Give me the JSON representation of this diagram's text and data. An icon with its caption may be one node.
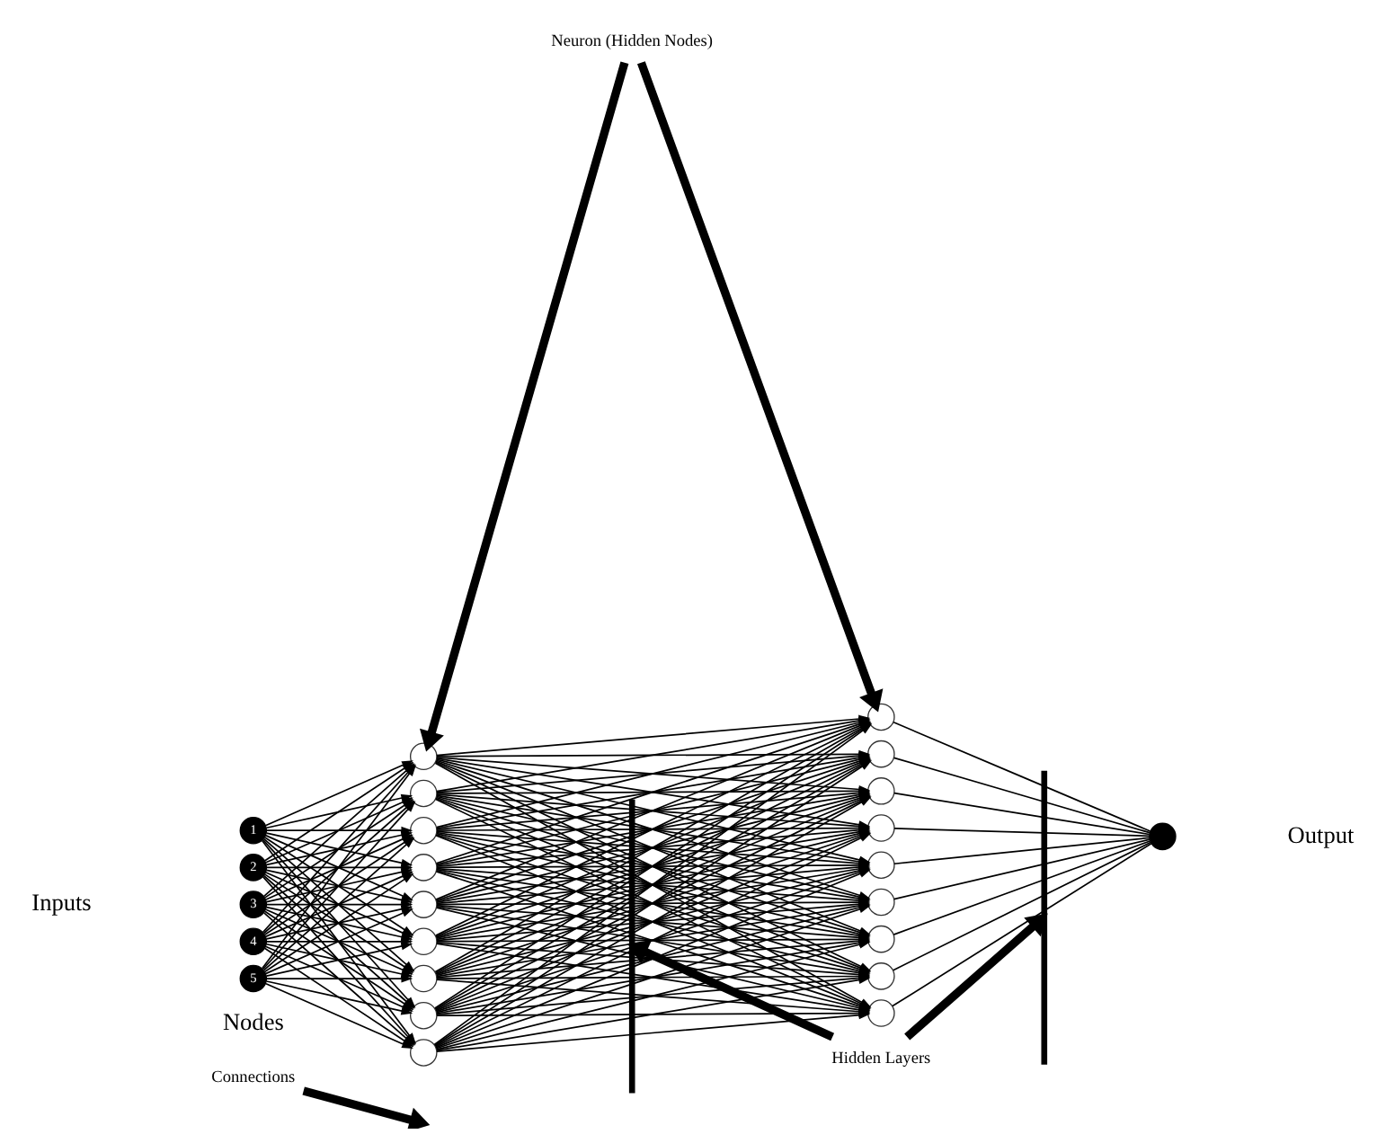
{
  "diagram": {
    "nodes": [
      {
        "text": [
          "1"
        ]
      },
      {
        "text": [
          "2"
        ]
      },
      {
        "text": [
          "3"
        ]
      },
      {
        "text": [
          "4"
        ]
      },
      {
        "text": [
          "5"
        ]
      },
      {
        "text": [],
        "shape": "circle"
      },
      {
        "text": [],
        "shape": "circle"
      },
      {
        "text": [],
        "shape": "circle"
      },
      {
        "text": [],
        "shape": "circle"
      },
      {
        "text": [],
        "shape": "circle"
      },
      {
        "text": [],
        "shape": "circle"
      },
      {
        "text": [],
        "shape": "circle"
      },
      {
        "text": [],
        "shape": "circle"
      },
      {
        "text": [],
        "shape": "circle"
      },
      {
        "text": [],
        "shape": "circle"
      },
      {
        "text": [],
        "shape": "circle"
      },
      {
        "text": [],
        "shape": "circle"
      },
      {
        "text": [],
        "shape": "circle"
      },
      {
        "text": [],
        "shape": "circle"
      },
      {
        "text": [],
        "shape": "circle"
      },
      {
        "text": [],
        "shape": "circle"
      },
      {
        "text": [],
        "shape": "circle"
      },
      {
        "text": [],
        "shape": "circle"
      },
      {
        "text": [],
        "shape": "circle"
      },
      {
        "text": [],
        "shape": "bar"
      },
      {
        "text": [],
        "shape": "bar"
      },
      {
        "text": [
          "Neuron (Hidden Nodes)"
        ]
      },
      {
        "text": [
          "Connections"
        ]
      },
      {
        "text": [
          "Hidden Layers"
        ]
      }
    ],
    "edges": [
      {
        "from": 0,
        "to": 5,
        "arrow": "to"
      },
      {
        "from": 0,
        "to": 6,
        "arrow": "to"
      },
      {
        "from": 0,
        "to": 7,
        "arrow": "to"
      },
      {
        "from": 0,
        "to": 8,
        "arrow": "to"
      },
      {
        "from": 0,
        "to": 9,
        "arrow": "to"
      },
      {
        "from": 0,
        "to": 10,
        "arrow": "to"
      },
      {
        "from": 0,
        "to": 11,
        "arrow": "to"
      },
      {
        "from": 0,
        "to": 12,
        "arrow": "to"
      },
      {
        "from": 0,
        "to": 13,
        "arrow": "to"
      },
      {
        "from": 1,
        "to": 5,
        "arrow": "to"
      },
      {
        "from": 1,
        "to": 6,
        "arrow": "to"
      },
      {
        "from": 1,
        "to": 7,
        "arrow": "to"
      },
      {
        "from": 1,
        "to": 8,
        "arrow": "to"
      },
      {
        "from": 1,
        "to": 9,
        "arrow": "to"
      },
      {
        "from": 1,
        "to": 10,
        "arrow": "to"
      },
      {
        "from": 1,
        "to": 11,
        "arrow": "to"
      },
      {
        "from": 1,
        "to": 12,
        "arrow": "to"
      },
      {
        "from": 1,
        "to": 13,
        "arrow": "to"
      },
      {
        "from": 2,
        "to": 5,
        "arrow": "to"
      },
      {
        "from": 2,
        "to": 6,
        "arrow": "to"
      },
      {
        "from": 2,
        "to": 7,
        "arrow": "to"
      },
      {
        "from": 2,
        "to": 8,
        "arrow": "to"
      },
      {
        "from": 2,
        "to": 9,
        "arrow": "to"
      },
      {
        "from": 2,
        "to": 10,
        "arrow": "to"
      },
      {
        "from": 2,
        "to": 11,
        "arrow": "to"
      },
      {
        "from": 2,
        "to": 12,
        "arrow": "to"
      },
      {
        "from": 2,
        "to": 13,
        "arrow": "to"
      },
      {
        "from": 3,
        "to": 5,
        "arrow": "to"
      },
      {
        "from": 3,
        "to": 6,
        "arrow": "to"
      },
      {
        "from": 3,
        "to": 7,
        "arrow": "to"
      },
      {
        "from": 3,
        "to": 8,
        "arrow": "to"
      },
      {
        "from": 3,
        "to": 9,
        "arrow": "to"
      },
      {
        "from": 3,
        "to": 10,
        "arrow": "to"
      },
      {
        "from": 3,
        "to": 11,
        "arrow": "to"
      },
      {
        "from": 3,
        "to": 12,
        "arrow": "to"
      },
      {
        "from": 3,
        "to": 13,
        "arrow": "to"
      },
      {
        "from": 4,
        "to": 5,
        "arrow": "to"
      },
      {
        "from": 4,
        "to": 6,
        "arrow": "to"
      },
      {
        "from": 4,
        "to": 7,
        "arrow": "to"
      },
      {
        "from": 4,
        "to": 8,
        "arrow": "to"
      },
      {
        "from": 4,
        "to": 9,
        "arrow": "to"
      },
      {
        "from": 4,
        "to": 10,
        "arrow": "to"
      },
      {
        "from": 4,
        "to": 11,
        "arrow": "to"
      },
      {
        "from": 4,
        "to": 12,
        "arrow": "to"
      },
      {
        "from": 4,
        "to": 13,
        "arrow": "to"
      },
      {
        "from": 5,
        "to": 14,
        "arrow": "to"
      },
      {
        "from": 5,
        "to": 15,
        "arrow": "to"
      },
      {
        "from": 5,
        "to": 16,
        "arrow": "to"
      },
      {
        "from": 5,
        "to": 17,
        "arrow": "to"
      },
      {
        "from": 5,
        "to": 18,
        "arrow": "to"
      },
      {
        "from": 5,
        "to": 19,
        "arrow": "to"
      },
      {
        "from": 5,
        "to": 20,
        "arrow": "to"
      },
      {
        "from": 5,
        "to": 21,
        "arrow": "to"
      },
      {
        "from": 5,
        "to": 22,
        "arrow": "to"
      },
      {
        "from": 6,
        "to": 14,
        "arrow": "to"
      },
      {
        "from": 6,
        "to": 15,
        "arrow": "to"
      },
      {
        "from": 6,
        "to": 16,
        "arrow": "to"
      },
      {
        "from": 6,
        "to": 17,
        "arrow": "to"
      },
      {
        "from": 6,
        "to": 18,
        "arrow": "to"
      },
      {
        "from": 6,
        "to": 19,
        "arrow": "to"
      },
      {
        "from": 6,
        "to": 20,
        "arrow": "to"
      },
      {
        "from": 6,
        "to": 21,
        "arrow": "to"
      },
      {
        "from": 6,
        "to": 22,
        "arrow": "to"
      },
      {
        "from": 7,
        "to": 14,
        "arrow": "to"
      },
      {
        "from": 7,
        "to": 15,
        "arrow": "to"
      },
      {
        "from": 7,
        "to": 16,
        "arrow": "to"
      },
      {
        "from": 7,
        "to": 17,
        "arrow": "to"
      },
      {
        "from": 7,
        "to": 18,
        "arrow": "to"
      },
      {
        "from": 7,
        "to": 19,
        "arrow": "to"
      },
      {
        "from": 7,
        "to": 20,
        "arrow": "to"
      },
      {
        "from": 7,
        "to": 21,
        "arrow": "to"
      },
      {
        "from": 7,
        "to": 22,
        "arrow": "to"
      },
      {
        "from": 8,
        "to": 14,
        "arrow": "to"
      },
      {
        "from": 8,
        "to": 15,
        "arrow": "to"
      },
      {
        "from": 8,
        "to": 16,
        "arrow": "to"
      },
      {
        "from": 8,
        "to": 17,
        "arrow": "to"
      },
      {
        "from": 8,
        "to": 18,
        "arrow": "to"
      },
      {
        "from": 8,
        "to": 19,
        "arrow": "to"
      },
      {
        "from": 8,
        "to": 20,
        "arrow": "to"
      },
      {
        "from": 8,
        "to": 21,
        "arrow": "to"
      },
      {
        "from": 8,
        "to": 22,
        "arrow": "to"
      },
      {
        "from": 9,
        "to": 14,
        "arrow": "to"
      },
      {
        "from": 9,
        "to": 15,
        "arrow": "to"
      },
      {
        "from": 9,
        "to": 16,
        "arrow": "to"
      },
      {
        "from": 9,
        "to": 17,
        "arrow": "to"
      },
      {
        "from": 9,
        "to": 18,
        "arrow": "to"
      },
      {
        "from": 9,
        "to": 19,
        "arrow": "to"
      },
      {
        "from": 9,
        "to": 20,
        "arrow": "to"
      },
      {
        "from": 9,
        "to": 21,
        "arrow": "to"
      },
      {
        "from": 9,
        "to": 22,
        "arrow": "to"
      },
      {
        "from": 10,
        "to": 14,
        "arrow": "to"
      },
      {
        "from": 10,
        "to": 15,
        "arrow": "to"
      },
      {
        "from": 10,
        "to": 16,
        "arrow": "to"
      },
      {
        "from": 10,
        "to": 17,
        "arrow": "to"
      },
      {
        "from": 10,
        "to": 18,
        "arrow": "to"
      },
      {
        "from": 10,
        "to": 19,
        "arrow": "to"
      },
      {
        "from": 10,
        "to": 20,
        "arrow": "to"
      },
      {
        "from": 10,
        "to": 21,
        "arrow": "to"
      },
      {
        "from": 10,
        "to": 22,
        "arrow": "to"
      },
      {
        "from": 11,
        "to": 14,
        "arrow": "to"
      },
      {
        "from": 11,
        "to": 15,
        "arrow": "to"
      },
      {
        "from": 11,
        "to": 16,
        "arrow": "to"
      },
      {
        "from": 11,
        "to": 17,
        "arrow": "to"
      },
      {
        "from": 11,
        "to": 18,
        "arrow": "to"
      },
      {
        "from": 11,
        "to": 19,
        "arrow": "to"
      },
      {
        "from": 11,
        "to": 20,
        "arrow": "to"
      },
      {
        "from": 11,
        "to": 21,
        "arrow": "to"
      },
      {
        "from": 11,
        "to": 22,
        "arrow": "to"
      },
      {
        "from": 12,
        "to": 14,
        "arrow": "to"
      },
      {
        "from": 12,
        "to": 15,
        "arrow": "to"
      },
      {
        "from": 12,
        "to": 16,
        "arrow": "to"
      },
      {
        "from": 12,
        "to": 17,
        "arrow": "to"
      },
      {
        "from": 12,
        "to": 18,
        "arrow": "to"
      },
      {
        "from": 12,
        "to": 19,
        "arrow": "to"
      },
      {
        "from": 12,
        "to": 20,
        "arrow": "to"
      },
      {
        "from": 12,
        "to": 21,
        "arrow": "to"
      },
      {
        "from": 12,
        "to": 22,
        "arrow": "to"
      },
      {
        "from": 13,
        "to": 14,
        "arrow": "to"
      },
      {
        "from": 13,
        "to": 15,
        "arrow": "to"
      },
      {
        "from": 13,
        "to": 16,
        "arrow": "to"
      },
      {
        "from": 13,
        "to": 17,
        "arrow": "to"
      },
      {
        "from": 13,
        "to": 18,
        "arrow": "to"
      },
      {
        "from": 13,
        "to": 19,
        "arrow": "to"
      },
      {
        "from": 13,
        "to": 20,
        "arrow": "to"
      },
      {
        "from": 13,
        "to": 21,
        "arrow": "to"
      },
      {
        "from": 13,
        "to": 22,
        "arrow": "to"
      },
      {
        "from": 14,
        "to": 23,
        "arrow": "none"
      },
      {
        "from": 15,
        "to": 23,
        "arrow": "none"
      },
      {
        "from": 16,
        "to": 23,
        "arrow": "none"
      },
      {
        "from": 17,
        "to": 23,
        "arrow": "none"
      },
      {
        "from": 18,
        "to": 23,
        "arrow": "none"
      },
      {
        "from": 19,
        "to": 23,
        "arrow": "none"
      },
      {
        "from": 20,
        "to": 23,
        "arrow": "none"
      },
      {
        "from": 21,
        "to": 23,
        "arrow": "none"
      },
      {
        "from": 22,
        "to": 23,
        "arrow": "none"
      },
      {
        "from": 26,
        "to": 5,
        "arrow": "to",
        "style": "thick"
      },
      {
        "from": 26,
        "to": 14,
        "arrow": "to",
        "style": "thick"
      },
      {
        "from": 27,
        "to": null,
        "arrow": "to",
        "style": "thick"
      },
      {
        "from": 28,
        "to": 24,
        "arrow": "to",
        "style": "thick"
      },
      {
        "from": 28,
        "to": 25,
        "arrow": "to",
        "style": "thick"
      }
    ],
    "labels": [
      "Inputs",
      "Nodes",
      "Output"
    ]
  }
}
